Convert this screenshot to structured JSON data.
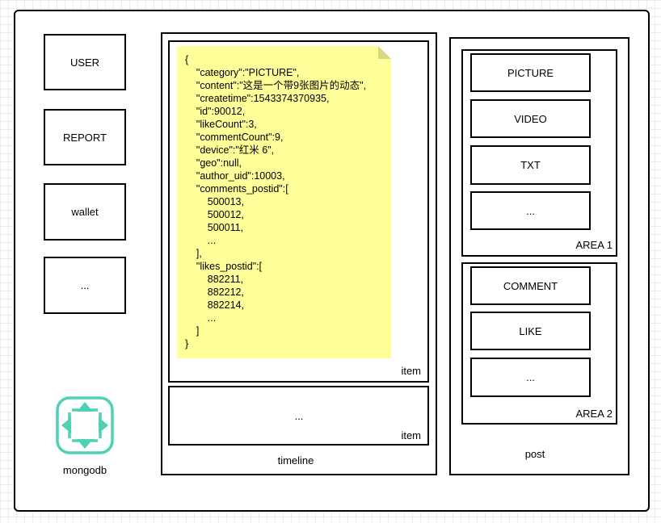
{
  "left_boxes": [
    "USER",
    "REPORT",
    "wallet",
    "..."
  ],
  "mongodb_label": "mongodb",
  "timeline": {
    "label": "timeline",
    "item1_label": "item",
    "item2_label": "item",
    "item2_content": "...",
    "note_lines": [
      "{",
      "    \"category\":\"PICTURE\",",
      "    \"content\":\"这是一个带9张图片的动态\",",
      "    \"createtime\":1543374370935,",
      "    \"id\":90012,",
      "    \"likeCount\":3,",
      "    \"commentCount\":9,",
      "    \"device\":\"红米 6\",",
      "    \"geo\":null,",
      "    \"author_uid\":10003,",
      "    \"comments_postid\":[",
      "        500013,",
      "        500012,",
      "        500011,",
      "        ...",
      "    ],",
      "    \"likes_postid\":[",
      "        882211,",
      "        882212,",
      "        882214,",
      "        ...",
      "    ]",
      "}"
    ]
  },
  "post": {
    "label": "post",
    "area1": {
      "label": "AREA 1",
      "items": [
        "PICTURE",
        "VIDEO",
        "TXT",
        "..."
      ]
    },
    "area2": {
      "label": "AREA 2",
      "items": [
        "COMMENT",
        "LIKE",
        "..."
      ]
    }
  },
  "colors": {
    "note_fill": "#ffff99",
    "mongodb_logo": "#4fd1b5"
  }
}
